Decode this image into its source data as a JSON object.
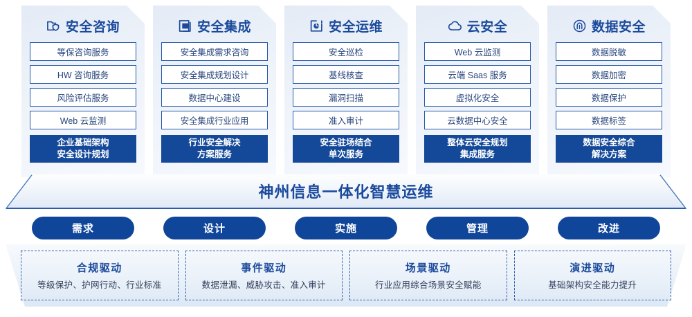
{
  "columns": [
    {
      "icon": "folder-shield-icon",
      "title": "安全咨询",
      "items": [
        "等保咨询服务",
        "HW 咨询服务",
        "风险评估服务",
        "Web 云监测"
      ],
      "summary": [
        "企业基础架构",
        "安全设计规划"
      ]
    },
    {
      "icon": "document-stack-icon",
      "title": "安全集成",
      "items": [
        "安全集成需求咨询",
        "安全集成规划设计",
        "数据中心建设",
        "安全集成行业应用"
      ],
      "summary": [
        "行业安全解决",
        "方案服务"
      ]
    },
    {
      "icon": "monitor-chart-icon",
      "title": "安全运维",
      "items": [
        "安全巡检",
        "基线核查",
        "漏洞扫描",
        "准入审计"
      ],
      "summary": [
        "安全驻场结合",
        "单次服务"
      ]
    },
    {
      "icon": "cloud-icon",
      "title": "云安全",
      "items": [
        "Web 云监测",
        "云端 Saas 服务",
        "虚拟化安全",
        "云数据中心安全"
      ],
      "summary": [
        "整体云安全规划",
        "集成服务"
      ]
    },
    {
      "icon": "fingerprint-icon",
      "title": "数据安全",
      "items": [
        "数据脱敏",
        "数据加密",
        "数据保护",
        "数据标签"
      ],
      "summary": [
        "数据安全综合",
        "解决方案"
      ]
    }
  ],
  "banner": {
    "text": "神州信息一体化智慧运维"
  },
  "pills": [
    {
      "label": "需求"
    },
    {
      "label": "设计"
    },
    {
      "label": "实施"
    },
    {
      "label": "管理"
    },
    {
      "label": "改进"
    }
  ],
  "drivers": [
    {
      "title": "合规驱动",
      "desc": "等级保护、护网行动、行业标准"
    },
    {
      "title": "事件驱动",
      "desc": "数据泄漏、威胁攻击、准入审计"
    },
    {
      "title": "场景驱动",
      "desc": "行业应用综合场景安全赋能"
    },
    {
      "title": "演进驱动",
      "desc": "基础架构安全能力提升"
    }
  ],
  "colors": {
    "primary": "#14499a",
    "accent": "#1b4a9c",
    "pill": "#10469a",
    "border": "#2558a8",
    "text": "#28457d"
  }
}
